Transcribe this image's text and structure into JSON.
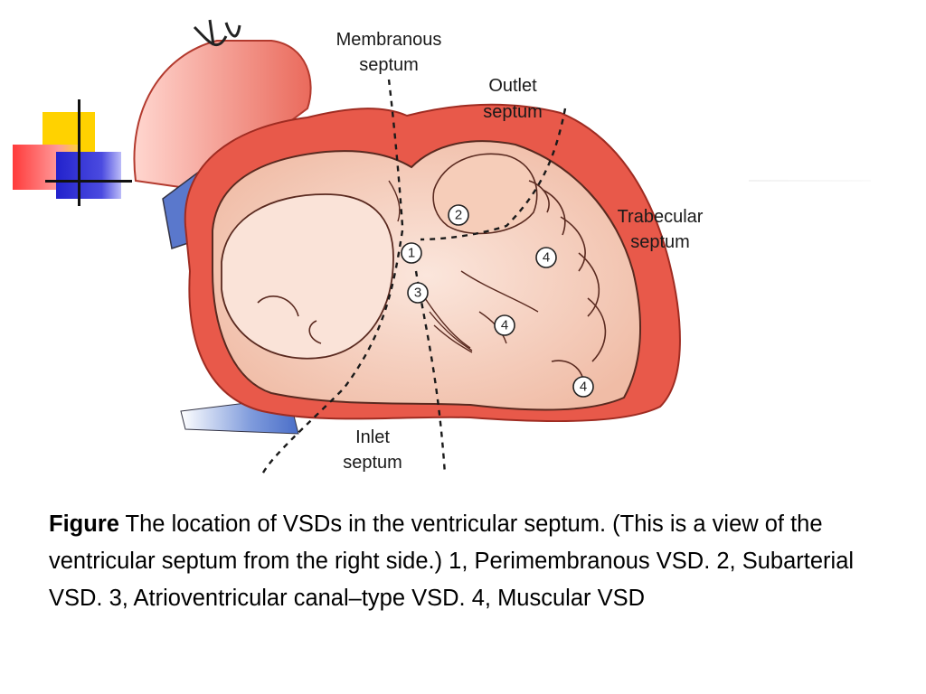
{
  "labels": {
    "membranous": [
      "Membranous",
      "septum"
    ],
    "outlet": [
      "Outlet",
      "septum"
    ],
    "trabecular": [
      "Trabecular",
      "septum"
    ],
    "inlet": [
      "Inlet",
      "septum"
    ]
  },
  "markers": [
    "1",
    "2",
    "3",
    "4",
    "4",
    "4"
  ],
  "caption": {
    "bold": "Figure",
    "text": " The location of VSDs in the ventricular septum. (This is a view of the ventricular septum from the right side.) 1, Perimembranous VSD. 2, Subarterial VSD. 3, Atrioventricular canal–type VSD. 4, Muscular VSD"
  },
  "colors": {
    "heart_outer": "#e8594a",
    "heart_inner": "#f4c6b2",
    "vessel_blue": "#4a6ec8",
    "deco_yellow": "#ffd200",
    "deco_blue": "#2b2bd4",
    "deco_red": "#ff3030"
  }
}
